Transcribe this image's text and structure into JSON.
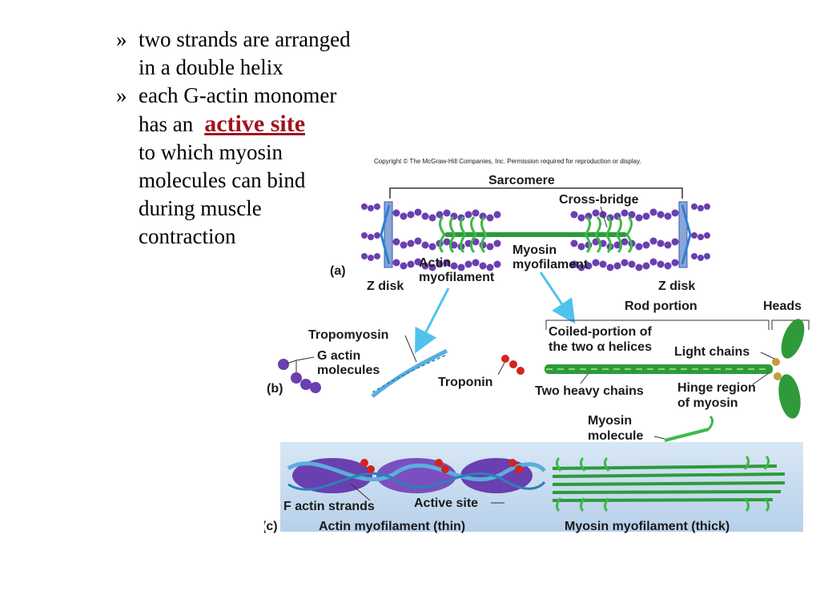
{
  "bullets": [
    {
      "mark": "»",
      "lines": [
        "two strands are arranged",
        "in a double helix"
      ]
    },
    {
      "mark": "»",
      "lines": [
        "each G-actin monomer",
        "has an"
      ],
      "highlight": "active site",
      "rest": [
        "to which myosin",
        "molecules can bind",
        "during muscle",
        "contraction"
      ]
    }
  ],
  "figure": {
    "copyright": "Copyright © The McGraw-Hill Companies, Inc. Permission required for reproduction or display.",
    "panel_a": {
      "letter": "(a)",
      "sarcomere": "Sarcomere",
      "cross_bridge": "Cross-bridge",
      "myosin_myofilament": [
        "Myosin",
        "myofilament"
      ],
      "actin_myofilament": [
        "Actin",
        "myofilament"
      ],
      "z_disk_left": "Z disk",
      "z_disk_right": "Z disk"
    },
    "panel_b": {
      "letter": "(b)",
      "tropomyosin": "Tropomyosin",
      "g_actin": [
        "G actin",
        "molecules"
      ],
      "troponin": "Troponin",
      "rod_portion": "Rod portion",
      "heads": "Heads",
      "coiled_portion": [
        "Coiled-portion of",
        "the two α helices"
      ],
      "light_chains": "Light chains",
      "two_heavy_chains": "Two heavy chains",
      "hinge_region": [
        "Hinge region",
        "of myosin"
      ],
      "myosin_molecule": [
        "Myosin",
        "molecule"
      ]
    },
    "panel_c": {
      "letter": "(c)",
      "f_actin_strands": "F actin strands",
      "active_site": "Active site",
      "actin_thin": "Actin myofilament (thin)",
      "myosin_thick": "Myosin myofilament (thick)"
    },
    "colors": {
      "actin": "#6a3fb0",
      "myosin": "#2f9a3a",
      "tropomyosin": "#5aaedc",
      "troponin": "#d4241c",
      "z_disk": "#3a78c8",
      "panel_c_bg": "#c9ddf0",
      "highlight_text": "#a0141e"
    }
  }
}
